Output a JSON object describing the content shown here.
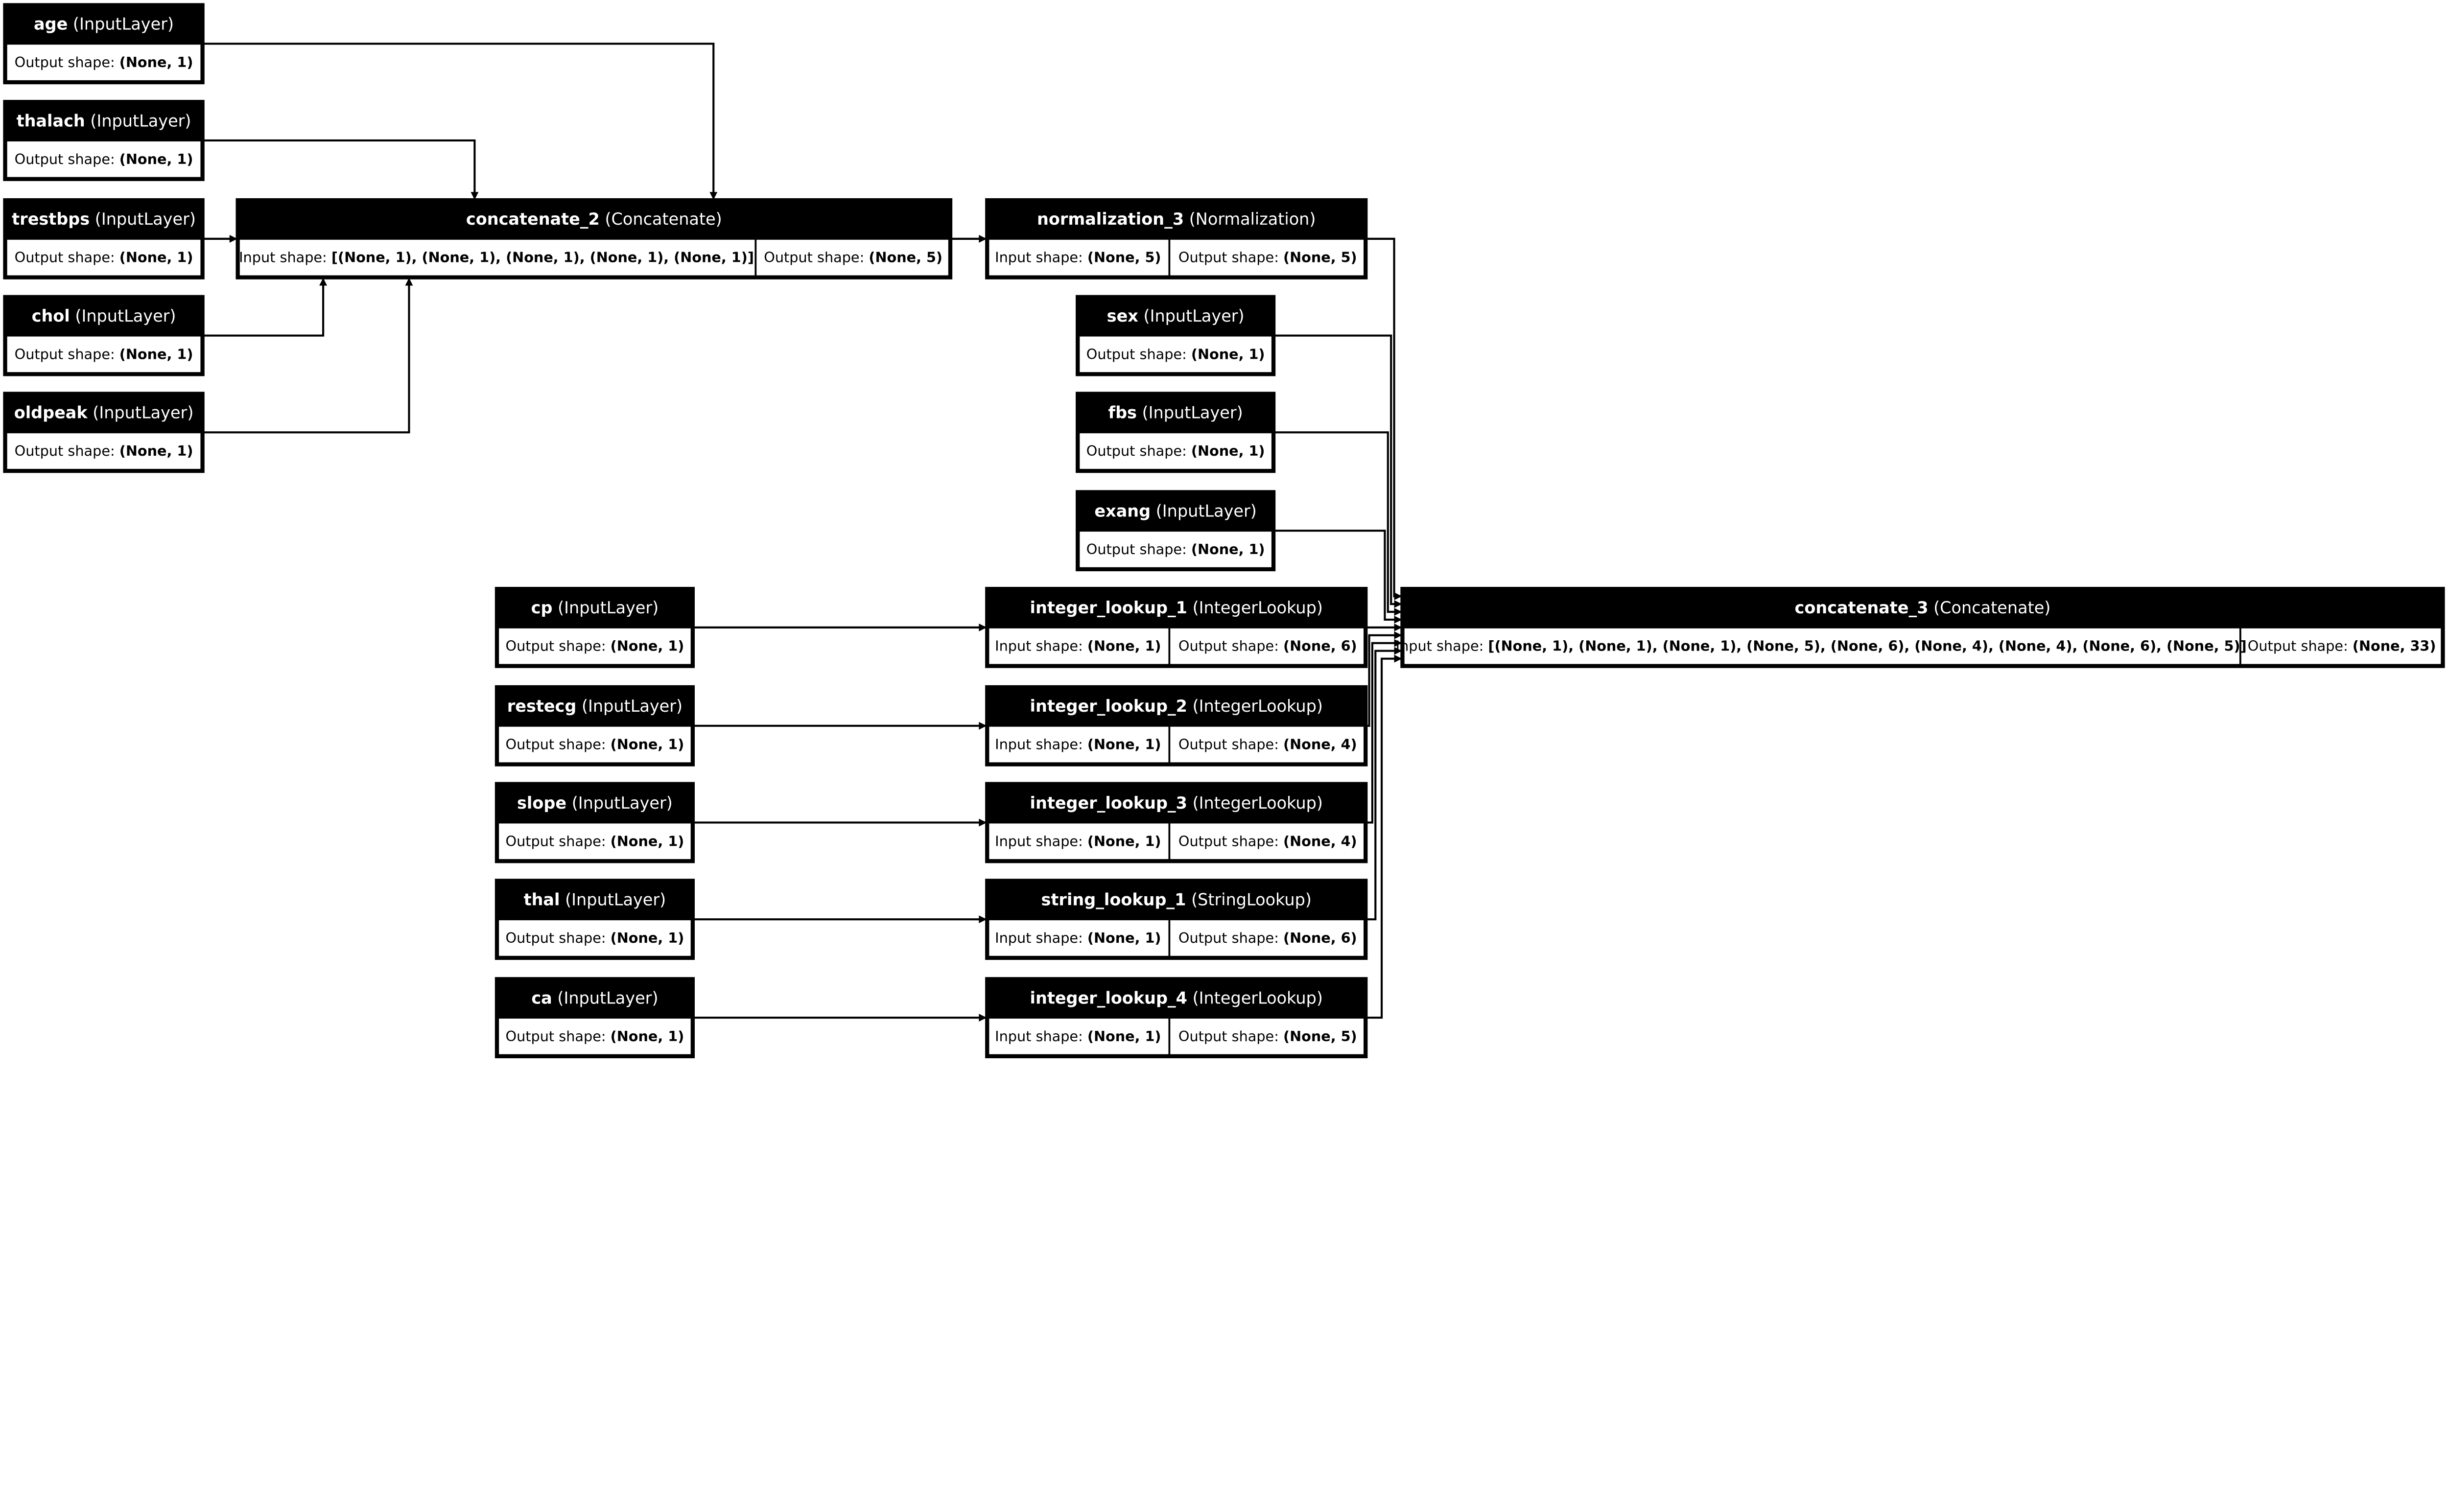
{
  "labels": {
    "input_shape": "Input shape: ",
    "output_shape": "Output shape: "
  },
  "nodes": [
    {
      "id": "age",
      "name": "age",
      "type": "(InputLayer)",
      "output_shape": "(None, 1)"
    },
    {
      "id": "thalach",
      "name": "thalach",
      "type": "(InputLayer)",
      "output_shape": "(None, 1)"
    },
    {
      "id": "trestbps",
      "name": "trestbps",
      "type": "(InputLayer)",
      "output_shape": "(None, 1)"
    },
    {
      "id": "chol",
      "name": "chol",
      "type": "(InputLayer)",
      "output_shape": "(None, 1)"
    },
    {
      "id": "oldpeak",
      "name": "oldpeak",
      "type": "(InputLayer)",
      "output_shape": "(None, 1)"
    },
    {
      "id": "concatenate_2",
      "name": "concatenate_2",
      "type": "(Concatenate)",
      "input_shape": "[(None, 1), (None, 1), (None, 1), (None, 1), (None, 1)]",
      "output_shape": "(None, 5)"
    },
    {
      "id": "normalization_3",
      "name": "normalization_3",
      "type": "(Normalization)",
      "input_shape": "(None, 5)",
      "output_shape": "(None, 5)"
    },
    {
      "id": "sex",
      "name": "sex",
      "type": "(InputLayer)",
      "output_shape": "(None, 1)"
    },
    {
      "id": "fbs",
      "name": "fbs",
      "type": "(InputLayer)",
      "output_shape": "(None, 1)"
    },
    {
      "id": "exang",
      "name": "exang",
      "type": "(InputLayer)",
      "output_shape": "(None, 1)"
    },
    {
      "id": "cp",
      "name": "cp",
      "type": "(InputLayer)",
      "output_shape": "(None, 1)"
    },
    {
      "id": "restecg",
      "name": "restecg",
      "type": "(InputLayer)",
      "output_shape": "(None, 1)"
    },
    {
      "id": "slope",
      "name": "slope",
      "type": "(InputLayer)",
      "output_shape": "(None, 1)"
    },
    {
      "id": "thal",
      "name": "thal",
      "type": "(InputLayer)",
      "output_shape": "(None, 1)"
    },
    {
      "id": "ca",
      "name": "ca",
      "type": "(InputLayer)",
      "output_shape": "(None, 1)"
    },
    {
      "id": "integer_lookup_1",
      "name": "integer_lookup_1",
      "type": "(IntegerLookup)",
      "input_shape": "(None, 1)",
      "output_shape": "(None, 6)"
    },
    {
      "id": "integer_lookup_2",
      "name": "integer_lookup_2",
      "type": "(IntegerLookup)",
      "input_shape": "(None, 1)",
      "output_shape": "(None, 4)"
    },
    {
      "id": "integer_lookup_3",
      "name": "integer_lookup_3",
      "type": "(IntegerLookup)",
      "input_shape": "(None, 1)",
      "output_shape": "(None, 4)"
    },
    {
      "id": "string_lookup_1",
      "name": "string_lookup_1",
      "type": "(StringLookup)",
      "input_shape": "(None, 1)",
      "output_shape": "(None, 6)"
    },
    {
      "id": "integer_lookup_4",
      "name": "integer_lookup_4",
      "type": "(IntegerLookup)",
      "input_shape": "(None, 1)",
      "output_shape": "(None, 5)"
    },
    {
      "id": "concatenate_3",
      "name": "concatenate_3",
      "type": "(Concatenate)",
      "input_shape": "[(None, 1), (None, 1), (None, 1), (None, 5), (None, 6), (None, 4), (None, 4), (None, 6), (None, 5)]",
      "output_shape": "(None, 33)"
    }
  ],
  "edges": [
    [
      "age",
      "concatenate_2"
    ],
    [
      "thalach",
      "concatenate_2"
    ],
    [
      "trestbps",
      "concatenate_2"
    ],
    [
      "chol",
      "concatenate_2"
    ],
    [
      "oldpeak",
      "concatenate_2"
    ],
    [
      "concatenate_2",
      "normalization_3"
    ],
    [
      "normalization_3",
      "concatenate_3"
    ],
    [
      "sex",
      "concatenate_3"
    ],
    [
      "fbs",
      "concatenate_3"
    ],
    [
      "exang",
      "concatenate_3"
    ],
    [
      "cp",
      "integer_lookup_1"
    ],
    [
      "restecg",
      "integer_lookup_2"
    ],
    [
      "slope",
      "integer_lookup_3"
    ],
    [
      "thal",
      "string_lookup_1"
    ],
    [
      "ca",
      "integer_lookup_4"
    ],
    [
      "integer_lookup_1",
      "concatenate_3"
    ],
    [
      "integer_lookup_2",
      "concatenate_3"
    ],
    [
      "integer_lookup_3",
      "concatenate_3"
    ],
    [
      "string_lookup_1",
      "concatenate_3"
    ],
    [
      "integer_lookup_4",
      "concatenate_3"
    ]
  ]
}
